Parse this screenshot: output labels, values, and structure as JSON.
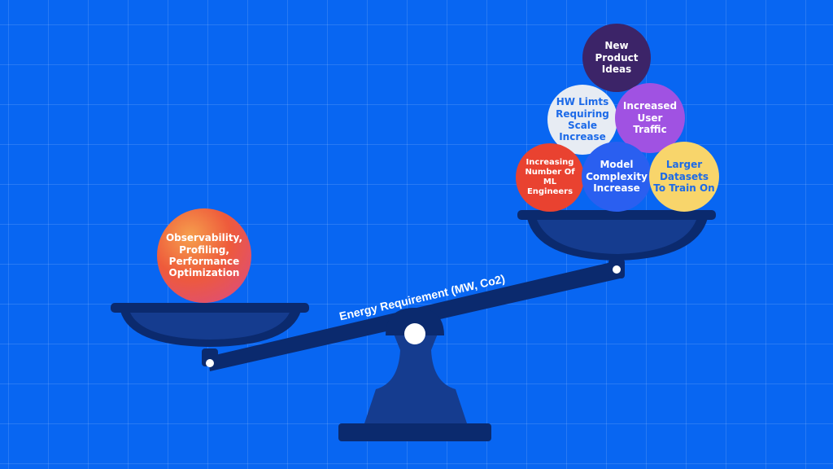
{
  "colors": {
    "background": "#0866f2",
    "scale_dark": "#0b2a6e",
    "scale_mid": "#153c8f",
    "scale_light": "#1d4fa8"
  },
  "beam": {
    "label": "Energy Requirement (MW, Co2)"
  },
  "left_pan": {
    "items": [
      {
        "text": "Observability,\nProfiling,\nPerformance\nOptimization"
      }
    ]
  },
  "right_pan": {
    "items": [
      {
        "text": "New\nProduct\nIdeas"
      },
      {
        "text": "HW Limts\nRequiring\nScale\nIncrease"
      },
      {
        "text": "Increased\nUser\nTraffic"
      },
      {
        "text": "Increasing\nNumber Of\nML\nEngineers"
      },
      {
        "text": "Model\nComplexity\nIncrease"
      },
      {
        "text": "Larger\nDatasets\nTo Train On"
      }
    ]
  }
}
